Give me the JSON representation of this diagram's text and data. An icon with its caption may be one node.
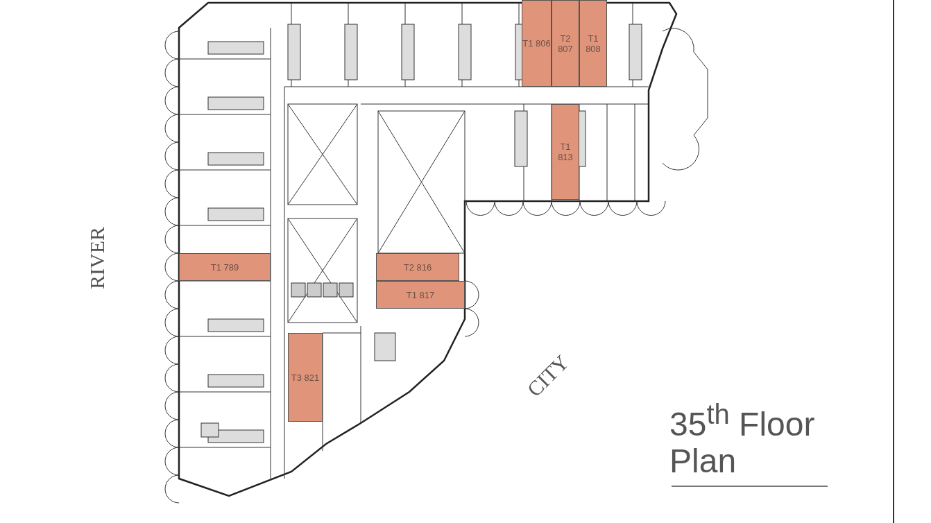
{
  "diagram": {
    "title": "35$^{th}$ Floor Plan",
    "nodes": [
      {
        "text": [
          "T1 806"
        ]
      },
      {
        "text": [
          "T2 807"
        ]
      },
      {
        "text": [
          "T1 808"
        ]
      },
      {
        "text": [
          "T1 813"
        ]
      },
      {
        "text": [
          "T1 789"
        ]
      },
      {
        "text": [
          "T2 816"
        ]
      },
      {
        "text": [
          "T1 817"
        ]
      },
      {
        "text": [
          "T3 821"
        ]
      }
    ],
    "edges": [],
    "labels": [
      "RIVER",
      "CITY"
    ]
  }
}
